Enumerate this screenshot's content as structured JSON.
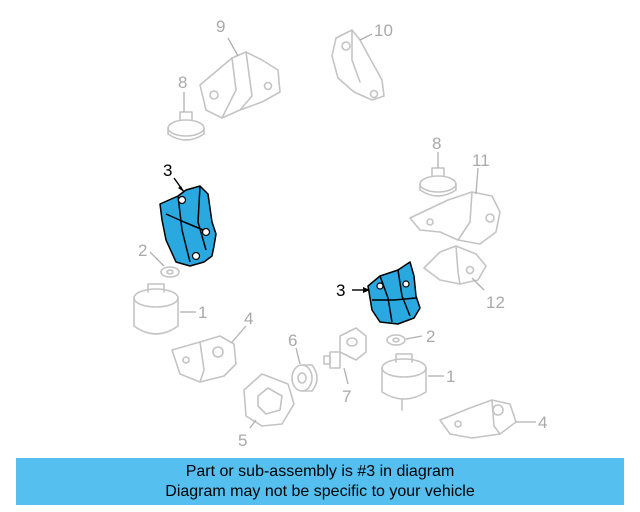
{
  "highlight_color": "#2aa8e0",
  "banner_color": "#55bff0",
  "banner": {
    "line1": "Part or sub-assembly is #3 in diagram",
    "line2": "Diagram may not be specific to your vehicle"
  },
  "callouts": {
    "c9": "9",
    "c10": "10",
    "c8_left": "8",
    "c8_right": "8",
    "c11": "11",
    "c3_left": "3",
    "c3_right": "3",
    "c2_left": "2",
    "c2_right": "2",
    "c12": "12",
    "c1_left": "1",
    "c1_right": "1",
    "c4_left": "4",
    "c4_right": "4",
    "c6": "6",
    "c7": "7",
    "c5": "5"
  }
}
